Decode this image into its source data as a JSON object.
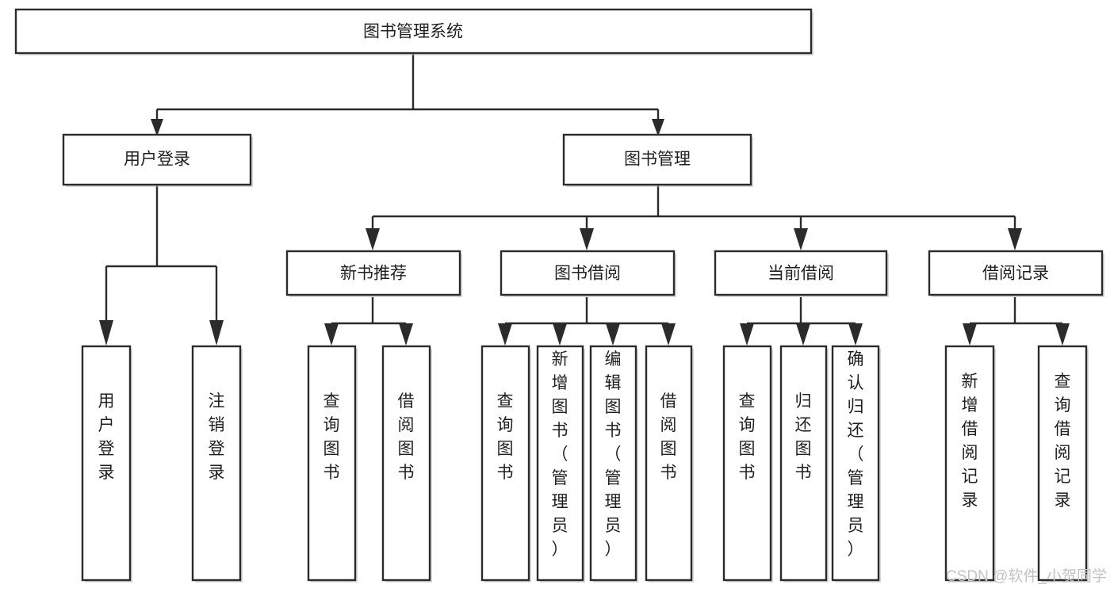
{
  "diagram": {
    "title": "图书管理系统",
    "type": "tree-hierarchy-chart",
    "orientation": "top-down",
    "root": {
      "id": "root",
      "label": "图书管理系统"
    },
    "level2": [
      {
        "id": "user-login",
        "label": "用户登录"
      },
      {
        "id": "book-manage",
        "label": "图书管理"
      }
    ],
    "level3": [
      {
        "id": "new-book-recommend",
        "label": "新书推荐",
        "parent": "book-manage"
      },
      {
        "id": "book-borrow",
        "label": "图书借阅",
        "parent": "book-manage"
      },
      {
        "id": "current-borrow",
        "label": "当前借阅",
        "parent": "book-manage"
      },
      {
        "id": "borrow-record",
        "label": "借阅记录",
        "parent": "book-manage"
      }
    ],
    "leaves": {
      "user-login": [
        {
          "id": "leaf-user-login",
          "label": "用户登录"
        },
        {
          "id": "leaf-user-logout",
          "label": "注销登录"
        }
      ],
      "new-book-recommend": [
        {
          "id": "leaf-query-book-1",
          "label": "查询图书"
        },
        {
          "id": "leaf-borrow-book-1",
          "label": "借阅图书"
        }
      ],
      "book-borrow": [
        {
          "id": "leaf-query-book-2",
          "label": "查询图书"
        },
        {
          "id": "leaf-add-book",
          "label": "新增图书（管理员）"
        },
        {
          "id": "leaf-edit-book",
          "label": "编辑图书（管理员）"
        },
        {
          "id": "leaf-borrow-book-2",
          "label": "借阅图书"
        }
      ],
      "current-borrow": [
        {
          "id": "leaf-query-book-3",
          "label": "查询图书"
        },
        {
          "id": "leaf-return-book",
          "label": "归还图书"
        },
        {
          "id": "leaf-confirm-return",
          "label": "确认归还（管理员）"
        }
      ],
      "borrow-record": [
        {
          "id": "leaf-add-record",
          "label": "新增借阅记录"
        },
        {
          "id": "leaf-query-record",
          "label": "查询借阅记录"
        }
      ]
    }
  },
  "watermark": {
    "text": "CSDN @软件_小贺同学"
  },
  "colors": {
    "stroke": "#2b2b2b",
    "fill": "#ffffff",
    "text": "#1f1f1f",
    "watermark": "#c2c2c2",
    "background": "#ffffff"
  }
}
